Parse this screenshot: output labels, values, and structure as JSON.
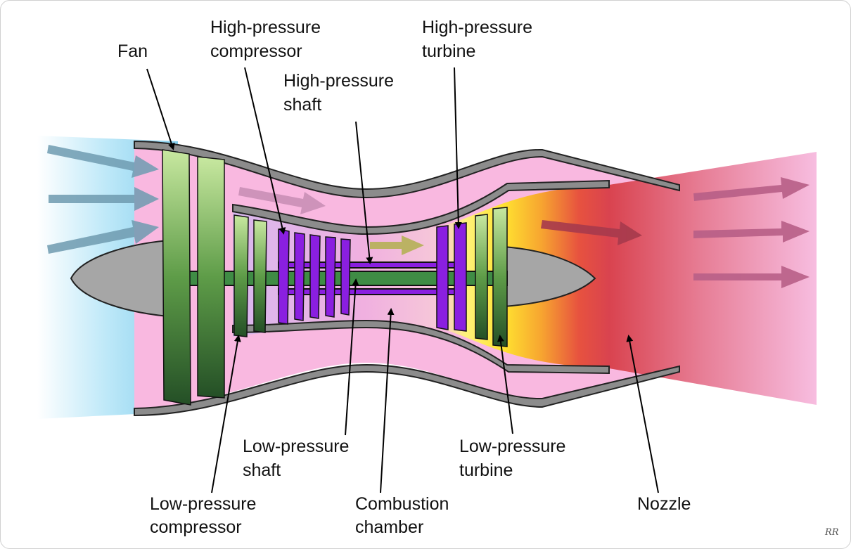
{
  "labels": {
    "fan": "Fan",
    "hp_compressor_1": "High-pressure",
    "hp_compressor_2": "compressor",
    "hp_shaft_1": "High-pressure",
    "hp_shaft_2": "shaft",
    "hp_turbine_1": "High-pressure",
    "hp_turbine_2": "turbine",
    "lp_shaft_1": "Low-pressure",
    "lp_shaft_2": "shaft",
    "lp_turbine_1": "Low-pressure",
    "lp_turbine_2": "turbine",
    "lp_compressor_1": "Low-pressure",
    "lp_compressor_2": "compressor",
    "combustion_1": "Combustion",
    "combustion_2": "chamber",
    "nozzle": "Nozzle"
  },
  "signature": "RR",
  "colors": {
    "intake_air": "#8fd3f0",
    "bypass_air": "#f9b8e0",
    "exhaust": "#d9434f",
    "combustion": "#ffee33",
    "lp_spool": "#2f7a3a",
    "hp_spool": "#8a1fe0",
    "casing": "#7a7a7a",
    "cone": "#a6a6a6"
  }
}
